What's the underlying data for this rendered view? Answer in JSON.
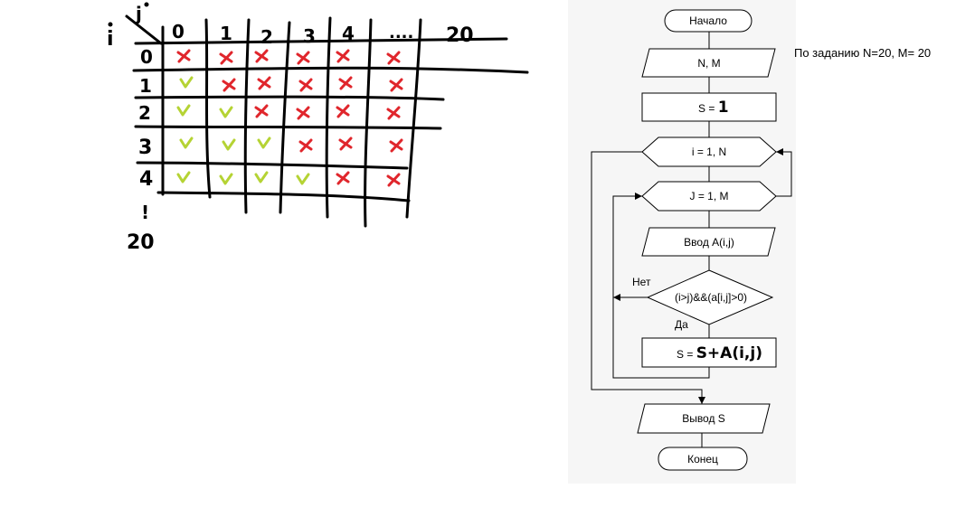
{
  "grid": {
    "i_axis_label": "i",
    "j_axis_label": "j",
    "col_headers": [
      "0",
      "1",
      "2",
      "3",
      "4",
      "....",
      "20"
    ],
    "row_headers": [
      "0",
      "1",
      "2",
      "3",
      "4"
    ],
    "row_ellipsis": "!",
    "row_last": "20",
    "cells": [
      [
        "x",
        "x",
        "x",
        "x",
        "x",
        "x"
      ],
      [
        "v",
        "x",
        "x",
        "x",
        "x",
        "x"
      ],
      [
        "v",
        "v",
        "x",
        "x",
        "x",
        "x"
      ],
      [
        "v",
        "v",
        "v",
        "x",
        "x",
        "x"
      ],
      [
        "v",
        "v",
        "v",
        "v",
        "x",
        "x"
      ]
    ],
    "colors": {
      "cross": "#e0262c",
      "check": "#b5d334",
      "ink": "#000000"
    }
  },
  "flowchart": {
    "start_label": "Начало",
    "input_label": "N, M",
    "init_label_prefix": "S = ",
    "init_label_value": "1",
    "loop_i_label": "i = 1, N",
    "loop_j_label": "J = 1, M",
    "read_label": "Ввод A(i,j)",
    "condition_label": "(i>j)&&(a[i,j]>0)",
    "no_label": "Нет",
    "yes_label": "Да",
    "sum_label_prefix": "S = ",
    "sum_label_expr": "S+A(i,j)",
    "output_label": "Вывод  S",
    "end_label": "Конец",
    "background": "#f6f6f6"
  },
  "note": {
    "text": "По заданию N=20, M= 20"
  }
}
